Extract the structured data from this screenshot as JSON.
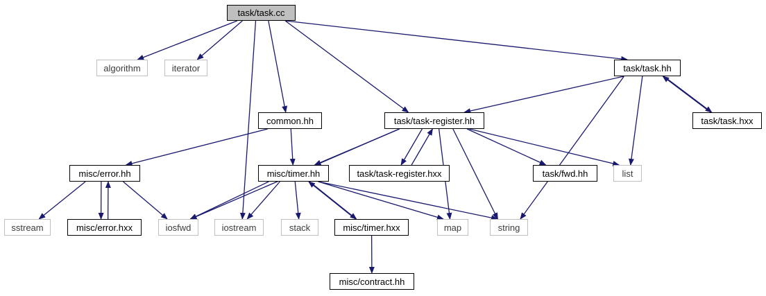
{
  "diagram": {
    "colors": {
      "edge": "#191970",
      "local_border": "#000000",
      "system_border": "#bfbfbf",
      "focus_fill": "#bfbfbf"
    },
    "nodes": {
      "task_cc": {
        "label": "task/task.cc",
        "kind": "focus"
      },
      "algorithm": {
        "label": "algorithm",
        "kind": "system"
      },
      "iterator": {
        "label": "iterator",
        "kind": "system"
      },
      "task_hh": {
        "label": "task/task.hh",
        "kind": "local"
      },
      "common_hh": {
        "label": "common.hh",
        "kind": "local"
      },
      "task_register_hh": {
        "label": "task/task-register.hh",
        "kind": "local"
      },
      "task_hxx": {
        "label": "task/task.hxx",
        "kind": "local"
      },
      "misc_error_hh": {
        "label": "misc/error.hh",
        "kind": "local"
      },
      "misc_timer_hh": {
        "label": "misc/timer.hh",
        "kind": "local"
      },
      "task_register_hxx": {
        "label": "task/task-register.hxx",
        "kind": "local"
      },
      "task_fwd_hh": {
        "label": "task/fwd.hh",
        "kind": "local"
      },
      "list": {
        "label": "list",
        "kind": "system"
      },
      "sstream": {
        "label": "sstream",
        "kind": "system"
      },
      "misc_error_hxx": {
        "label": "misc/error.hxx",
        "kind": "local"
      },
      "iosfwd": {
        "label": "iosfwd",
        "kind": "system"
      },
      "iostream": {
        "label": "iostream",
        "kind": "system"
      },
      "stack": {
        "label": "stack",
        "kind": "system"
      },
      "misc_timer_hxx": {
        "label": "misc/timer.hxx",
        "kind": "local"
      },
      "map": {
        "label": "map",
        "kind": "system"
      },
      "string": {
        "label": "string",
        "kind": "system"
      },
      "misc_contract_hh": {
        "label": "misc/contract.hh",
        "kind": "local"
      }
    },
    "edges": [
      [
        "task_cc",
        "algorithm"
      ],
      [
        "task_cc",
        "iterator"
      ],
      [
        "task_cc",
        "iostream"
      ],
      [
        "task_cc",
        "common_hh"
      ],
      [
        "task_cc",
        "task_register_hh"
      ],
      [
        "task_cc",
        "task_hh"
      ],
      [
        "task_hh",
        "task_register_hh"
      ],
      [
        "task_hh",
        "list"
      ],
      [
        "task_hh",
        "string"
      ],
      [
        "task_hh",
        "task_hxx"
      ],
      [
        "task_hxx",
        "task_hh"
      ],
      [
        "common_hh",
        "misc_error_hh"
      ],
      [
        "common_hh",
        "misc_timer_hh"
      ],
      [
        "task_register_hh",
        "iosfwd"
      ],
      [
        "task_register_hh",
        "misc_timer_hh"
      ],
      [
        "task_register_hh",
        "task_register_hxx"
      ],
      [
        "task_register_hxx",
        "task_register_hh"
      ],
      [
        "task_register_hh",
        "map"
      ],
      [
        "task_register_hh",
        "string"
      ],
      [
        "task_register_hh",
        "task_fwd_hh"
      ],
      [
        "task_register_hh",
        "list"
      ],
      [
        "misc_error_hh",
        "sstream"
      ],
      [
        "misc_error_hh",
        "misc_error_hxx"
      ],
      [
        "misc_error_hxx",
        "misc_error_hh"
      ],
      [
        "misc_error_hh",
        "iosfwd"
      ],
      [
        "misc_timer_hh",
        "iosfwd"
      ],
      [
        "misc_timer_hh",
        "iostream"
      ],
      [
        "misc_timer_hh",
        "stack"
      ],
      [
        "misc_timer_hh",
        "misc_timer_hxx"
      ],
      [
        "misc_timer_hxx",
        "misc_timer_hh"
      ],
      [
        "misc_timer_hh",
        "map"
      ],
      [
        "misc_timer_hh",
        "string"
      ],
      [
        "misc_timer_hxx",
        "misc_contract_hh"
      ]
    ]
  }
}
